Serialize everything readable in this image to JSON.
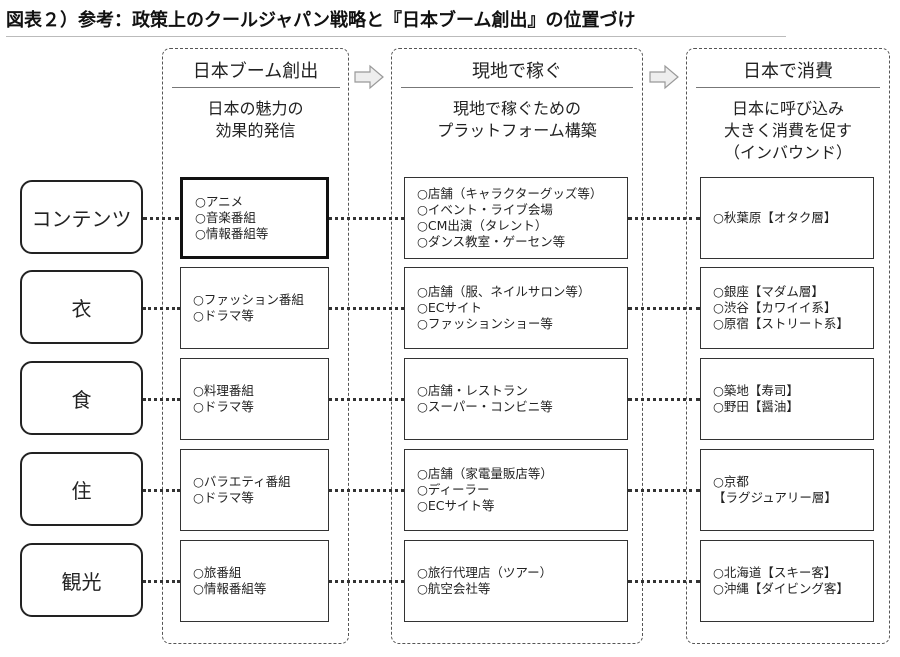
{
  "title": "図表２）参考：政策上のクールジャパン戦略と『日本ブーム創出』の位置づけ",
  "columns": [
    {
      "heading": "日本ブーム創出",
      "sub": [
        "日本の魅力の",
        "効果的発信"
      ]
    },
    {
      "heading": "現地で稼ぐ",
      "sub": [
        "現地で稼ぐための",
        "プラットフォーム構築"
      ]
    },
    {
      "heading": "日本で消費",
      "sub": [
        "日本に呼び込み",
        "大きく消費を促す",
        "（インバウンド）"
      ]
    }
  ],
  "rows": [
    {
      "label": "コンテンツ",
      "c1": [
        "○アニメ",
        "○音楽番組",
        "○情報番組等"
      ],
      "c2": [
        "○店舗（キャラクターグッズ等）",
        "○イベント・ライブ会場",
        "○CM出演（タレント）",
        "○ダンス教室・ゲーセン等"
      ],
      "c3": [
        "○秋葉原【オタク層】"
      ]
    },
    {
      "label": "衣",
      "c1": [
        "○ファッション番組",
        "○ドラマ等"
      ],
      "c2": [
        "○店舗（服、ネイルサロン等）",
        "○ECサイト",
        "○ファッションショー等"
      ],
      "c3": [
        "○銀座【マダム層】",
        "○渋谷【カワイイ系】",
        "○原宿【ストリート系】"
      ]
    },
    {
      "label": "食",
      "c1": [
        "○料理番組",
        "○ドラマ等"
      ],
      "c2": [
        "○店舗・レストラン",
        "○スーパー・コンビニ等"
      ],
      "c3": [
        "○築地【寿司】",
        "○野田【醤油】"
      ]
    },
    {
      "label": "住",
      "c1": [
        "○バラエティ番組",
        "○ドラマ等"
      ],
      "c2": [
        "○店舗（家電量販店等）",
        "○ディーラー",
        "○ECサイト等"
      ],
      "c3": [
        "○京都",
        "【ラグジュアリー層】"
      ]
    },
    {
      "label": "観光",
      "c1": [
        "○旅番組",
        "○情報番組等"
      ],
      "c2": [
        "○旅行代理店（ツアー）",
        "○航空会社等"
      ],
      "c3": [
        "○北海道【スキー客】",
        "○沖縄【ダイビング客】"
      ]
    }
  ]
}
